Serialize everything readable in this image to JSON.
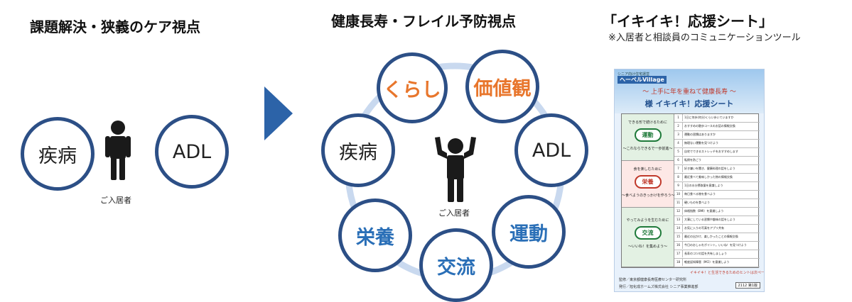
{
  "left_section": {
    "heading": "課題解決・狭義のケア視点",
    "circles": [
      {
        "label": "疾病",
        "color": "#222222"
      },
      {
        "label": "ADL",
        "color": "#222222"
      }
    ],
    "person_label": "ご入居者"
  },
  "arrow": {
    "color": "#2c63a8"
  },
  "middle_section": {
    "heading": "健康長寿・フレイル予防視点",
    "circles": [
      {
        "label": "くらし",
        "color": "#e8762c"
      },
      {
        "label": "価値観",
        "color": "#e8762c"
      },
      {
        "label": "ADL",
        "color": "#222222"
      },
      {
        "label": "運動",
        "color": "#2a6fb7"
      },
      {
        "label": "交流",
        "color": "#2a6fb7"
      },
      {
        "label": "栄養",
        "color": "#2a6fb7"
      },
      {
        "label": "疾病",
        "color": "#222222"
      }
    ],
    "person_label": "ご入居者",
    "ring_color": "#c9d9ef",
    "circle_border_color": "#2c4f86"
  },
  "right_section": {
    "heading": "「イキイキ！応援シート」",
    "note": "※入居者と相談員のコミュニケーションツール",
    "sheet": {
      "org_line": "シニア向け住宅運営",
      "brand": "ヘーベルVillage",
      "subtitle": "～ 上手に年を重ねて健康長寿 ～",
      "title": "様 イキイキ！応援シート",
      "sections": [
        {
          "lead": "できる形で続けるために",
          "pill": "運動",
          "foot": "～これならできるで一歩前進～",
          "color": "#1f7a3a",
          "bg": "#e3f1e3"
        },
        {
          "lead": "食を楽しむために",
          "pill": "栄養",
          "foot": "～食べようのきっかけを作ろう～",
          "color": "#c0392b",
          "bg": "#fde8e6"
        },
        {
          "lead": "やってみようを生むために",
          "pill": "交流",
          "foot": "～いいね！を集めよう～",
          "color": "#1f7a3a",
          "bg": "#e3f1e3"
        }
      ],
      "items": [
        {
          "n": "1",
          "t": "1日に何歩(何分)くらい歩いていますか"
        },
        {
          "n": "2",
          "t": "おすすめの散歩コースのお話の情報交換"
        },
        {
          "n": "3",
          "t": "運動の習慣はありますか"
        },
        {
          "n": "4",
          "t": "無理ない運動を見つけよう"
        },
        {
          "n": "5",
          "t": "自宅でできるストレッチをおすすめします"
        },
        {
          "n": "6",
          "t": "転倒を防ごう"
        },
        {
          "n": "7",
          "t": "好き嫌いを聞き、健康料理の話をしよう"
        },
        {
          "n": "8",
          "t": "最近食べて美味しかった物の情報交換"
        },
        {
          "n": "9",
          "t": "1日の水分摂取量を意識しよう"
        },
        {
          "n": "10",
          "t": "毎日食べる物を食べよう"
        },
        {
          "n": "11",
          "t": "硬いものを食べよう"
        },
        {
          "n": "12",
          "t": "体格指数（BMI）を意識しよう"
        },
        {
          "n": "13",
          "t": "大事にしている習慣や趣味の話をしよう"
        },
        {
          "n": "14",
          "t": "お気に入りの写真をアプリ共有"
        },
        {
          "n": "15",
          "t": "最近の出かけ、楽しかったことの情報交換"
        },
        {
          "n": "16",
          "t": "今日のおしゃれポイント。いいね！を見つけよう"
        },
        {
          "n": "17",
          "t": "長寿のコツの話を共有しましょう"
        },
        {
          "n": "18",
          "t": "軽度認知障害（MCI）を意識しよう"
        }
      ],
      "footer_left": "監修／東京都健康長寿医療センター研究所",
      "footer_right": "イキイキ！と生活できるためのヒントは次ページへ",
      "publisher": "発行／旭化成ホームズ株式会社 シニア事業推進部",
      "version": "2112 第1版"
    }
  }
}
